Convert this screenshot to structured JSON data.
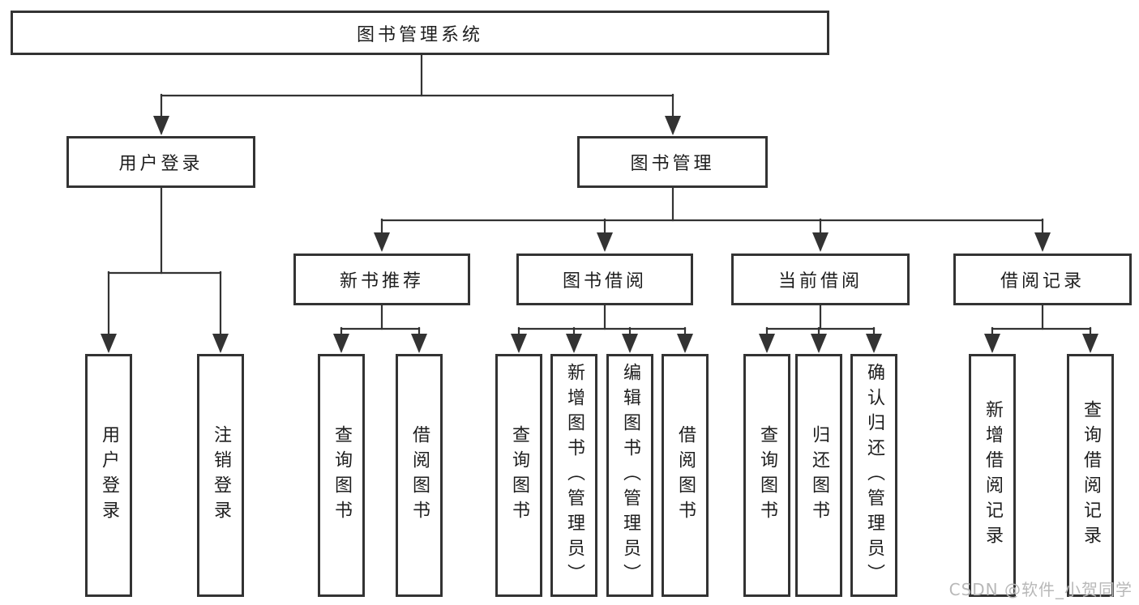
{
  "diagram": {
    "root": {
      "label": "图书管理系统"
    },
    "level2": [
      {
        "label": "用户登录",
        "children": [
          "用户登录",
          "注销登录"
        ]
      },
      {
        "label": "图书管理",
        "children": [
          "新书推荐",
          "图书借阅",
          "当前借阅",
          "借阅记录"
        ]
      }
    ],
    "level3": [
      {
        "label": "新书推荐",
        "children": [
          "查询图书",
          "借阅图书"
        ]
      },
      {
        "label": "图书借阅",
        "children": [
          "查询图书",
          "新增图书（管理员）",
          "编辑图书（管理员）",
          "借阅图书"
        ]
      },
      {
        "label": "当前借阅",
        "children": [
          "查询图书",
          "归还图书",
          "确认归还（管理员）"
        ]
      },
      {
        "label": "借阅记录",
        "children": [
          "新增借阅记录",
          "查询借阅记录"
        ]
      }
    ]
  },
  "watermark": {
    "text": "CSDN @软件_小贺同学"
  },
  "colors": {
    "line": "#333333",
    "text": "#1e1e1e",
    "watermark": "#b8b8b8",
    "background": "#ffffff"
  }
}
